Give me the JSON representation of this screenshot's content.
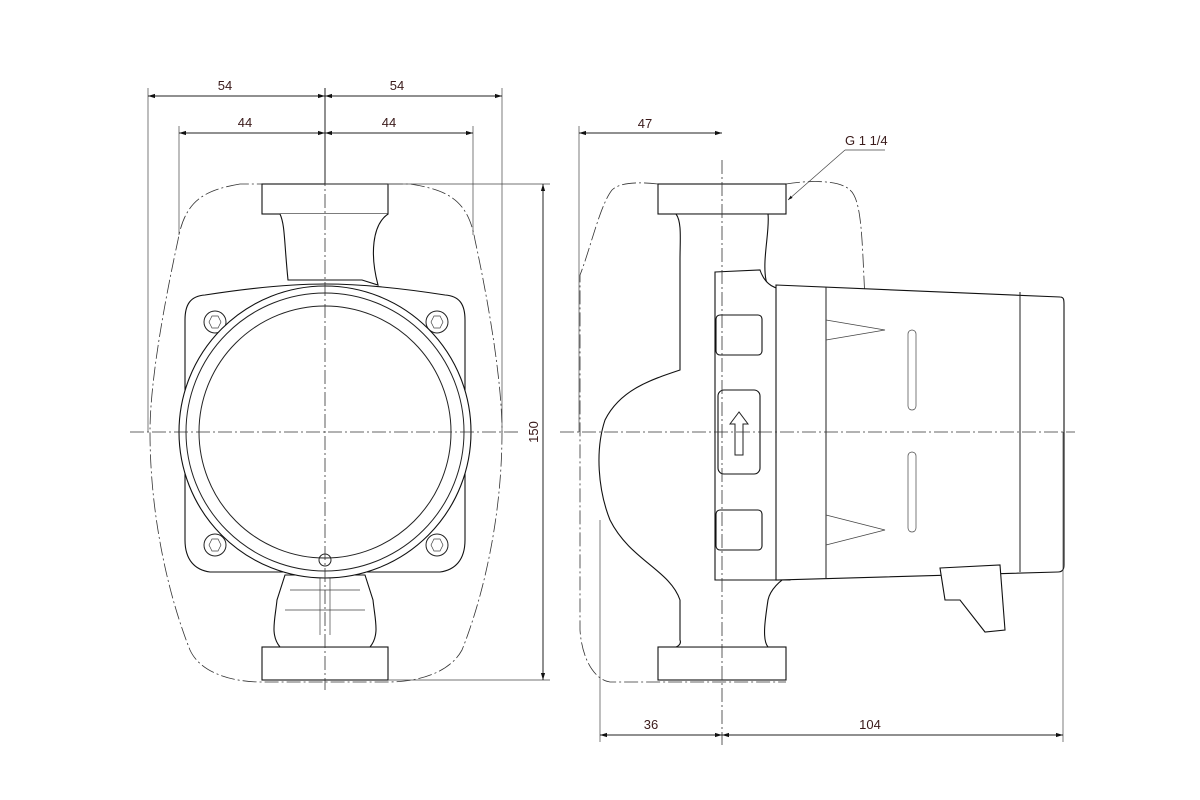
{
  "drawing": {
    "front_view": {
      "dim_outer_left": "54",
      "dim_outer_right": "54",
      "dim_inner_left": "44",
      "dim_inner_right": "44",
      "dim_height": "150"
    },
    "side_view": {
      "dim_top_left": "47",
      "thread_label": "G 1 1/4",
      "dim_bottom_left": "36",
      "dim_bottom_right": "104"
    }
  }
}
